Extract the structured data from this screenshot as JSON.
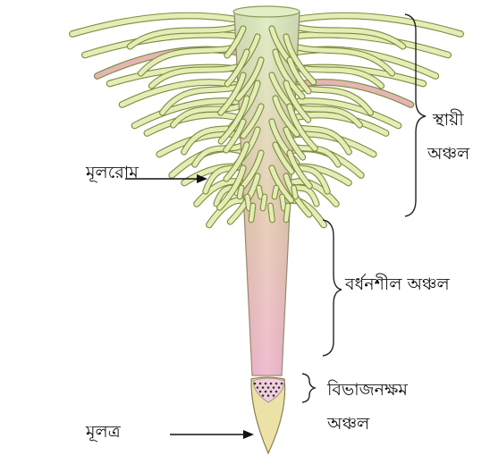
{
  "labels": {
    "root_hair": "মূলরোম",
    "permanent_zone_line1": "স্থায়ী",
    "permanent_zone_line2": "অঞ্চল",
    "elongation_zone": "বর্ধনশীল অঞ্চল",
    "meristem_zone_line1": "বিভাজনক্ষম",
    "meristem_zone_line2": "অঞ্চল",
    "root_cap": "মূলত্র"
  },
  "colors": {
    "root_hair_fill": "#e4edb6",
    "root_hair_stroke": "#7d8b3d",
    "pink_hair_fill": "#e3b5b5",
    "root_top": "#dcecc0",
    "root_middle": "#e6ccb2",
    "root_lower": "#f0b6cc",
    "cap_fill": "#ebe2a8",
    "bracket": "#222222"
  }
}
